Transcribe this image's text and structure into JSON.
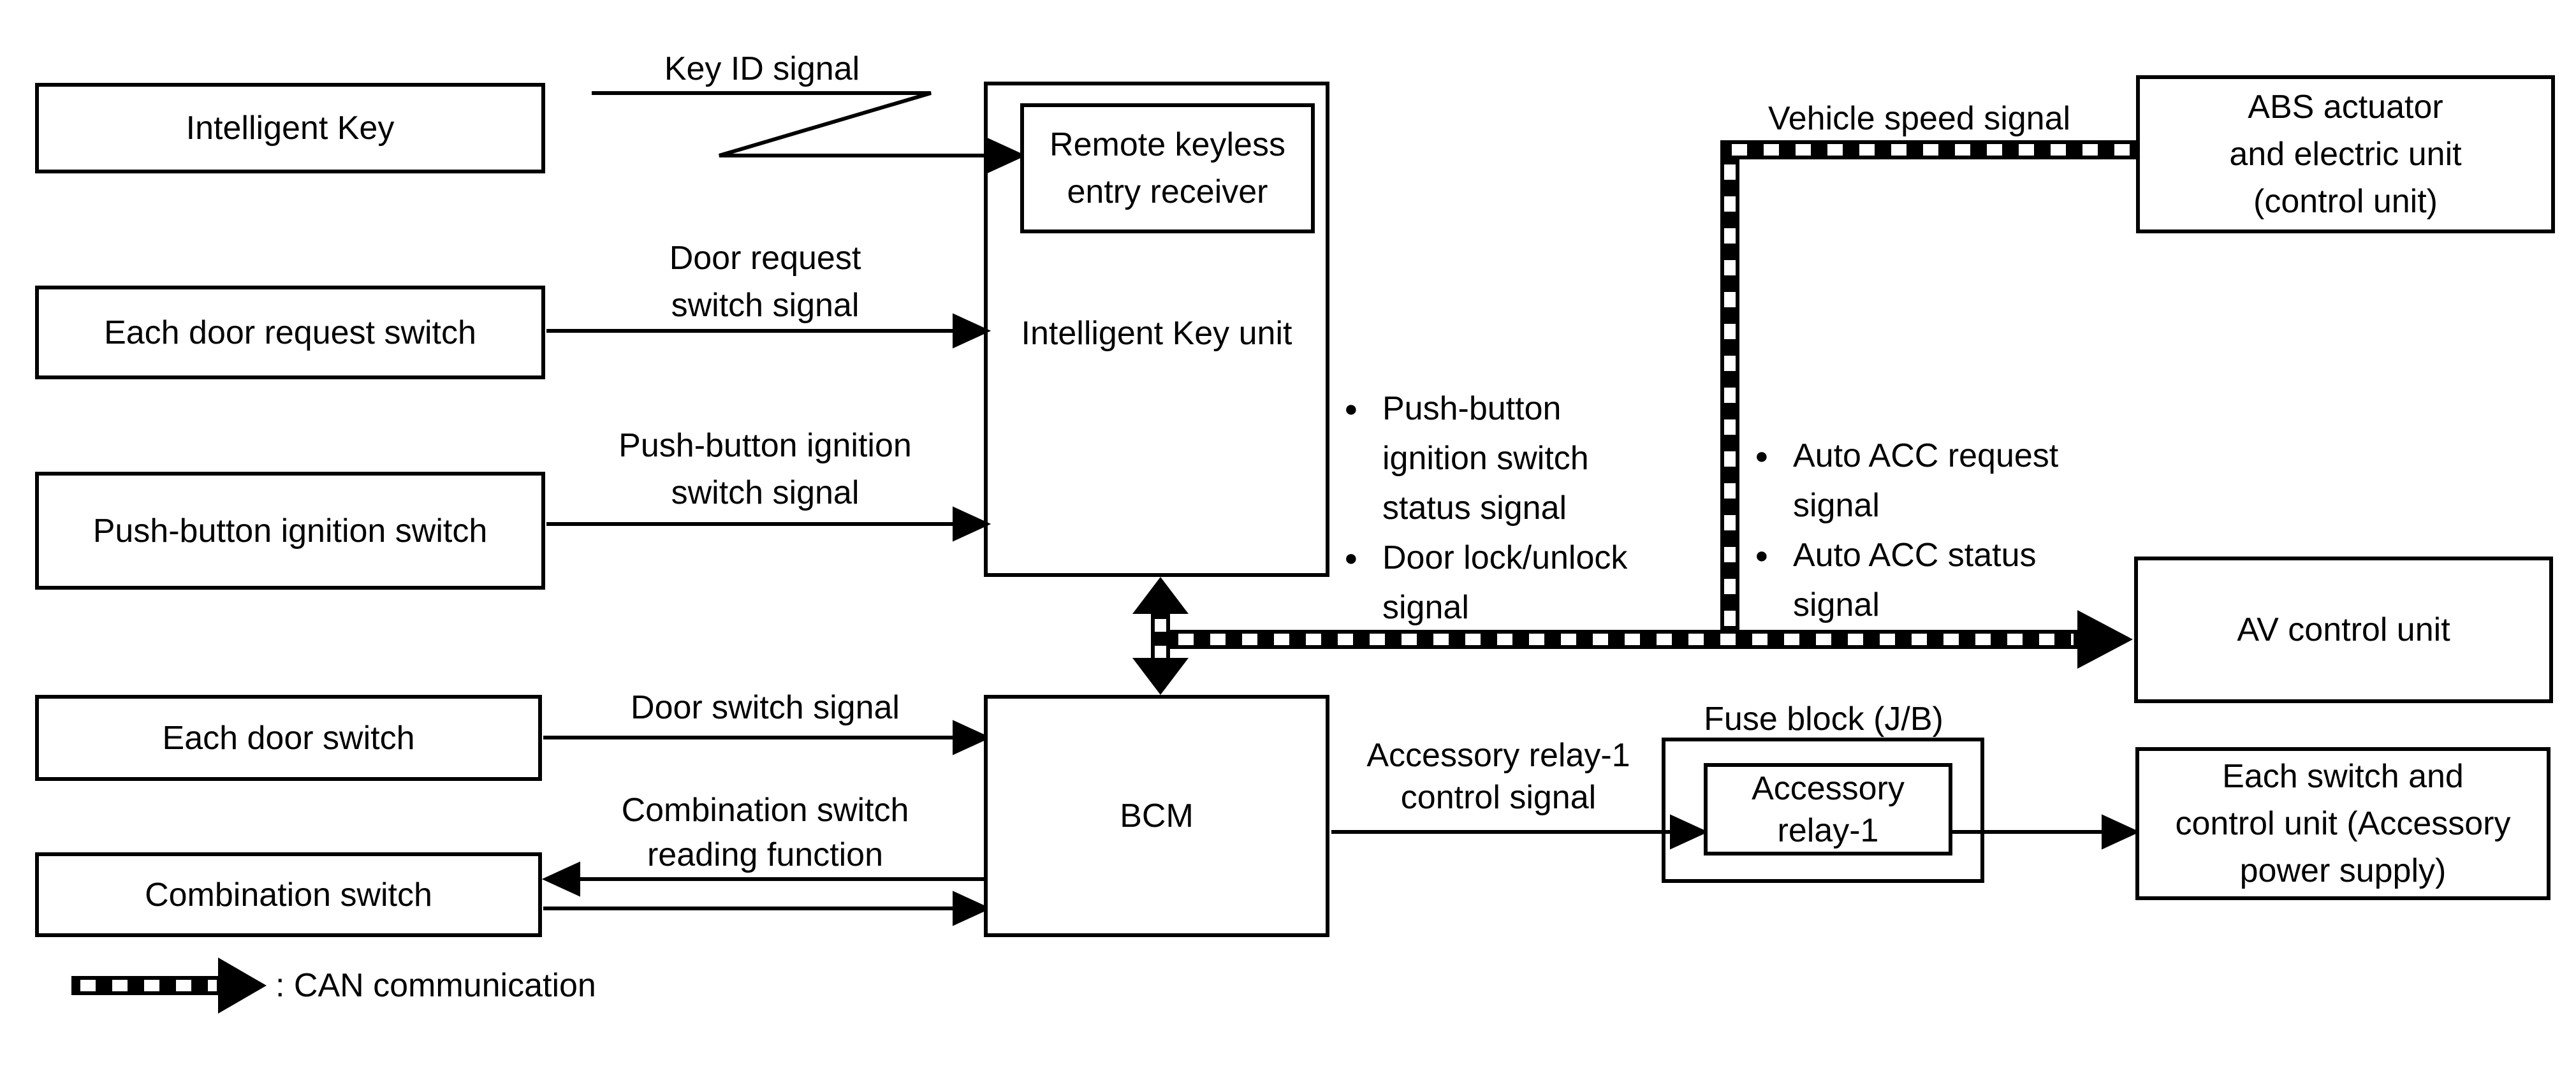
{
  "boxes": {
    "intelligent_key": "Intelligent Key",
    "each_door_request_switch": "Each door request switch",
    "push_button_ignition_switch": "Push-button ignition switch",
    "each_door_switch": "Each door switch",
    "combination_switch": "Combination switch",
    "intelligent_key_unit": "Intelligent Key unit",
    "remote_keyless_entry_receiver": [
      "Remote keyless",
      "entry receiver"
    ],
    "bcm": "BCM",
    "abs_actuator": [
      "ABS actuator",
      "and electric unit",
      "(control unit)"
    ],
    "av_control_unit": "AV control unit",
    "each_switch_and_control_unit": [
      "Each switch and",
      "control unit (Accessory",
      "power supply)"
    ],
    "fuse_block": "Fuse block (J/B)",
    "accessory_relay_1": [
      "Accessory",
      "relay-1"
    ]
  },
  "signals": {
    "key_id": "Key ID signal",
    "door_request": [
      "Door request",
      "switch signal"
    ],
    "push_button_ignition": [
      "Push-button ignition",
      "switch signal"
    ],
    "vehicle_speed": "Vehicle speed signal",
    "door_switch": "Door switch signal",
    "combination_reading": [
      "Combination switch",
      "reading function"
    ],
    "accessory_relay_control": [
      "Accessory relay-1",
      "control signal"
    ]
  },
  "bullets": {
    "marker": "●",
    "intelligent_key_unit_outputs": [
      [
        "Push-button",
        "ignition switch",
        "status signal"
      ],
      [
        "Door lock/unlock",
        "signal"
      ]
    ],
    "acc_outputs": [
      [
        "Auto ACC request",
        "signal"
      ],
      [
        "Auto ACC status",
        "signal"
      ]
    ]
  },
  "legend": {
    "can_label": ": CAN communication"
  },
  "colors": {
    "line": "#000000",
    "background": "#ffffff"
  }
}
